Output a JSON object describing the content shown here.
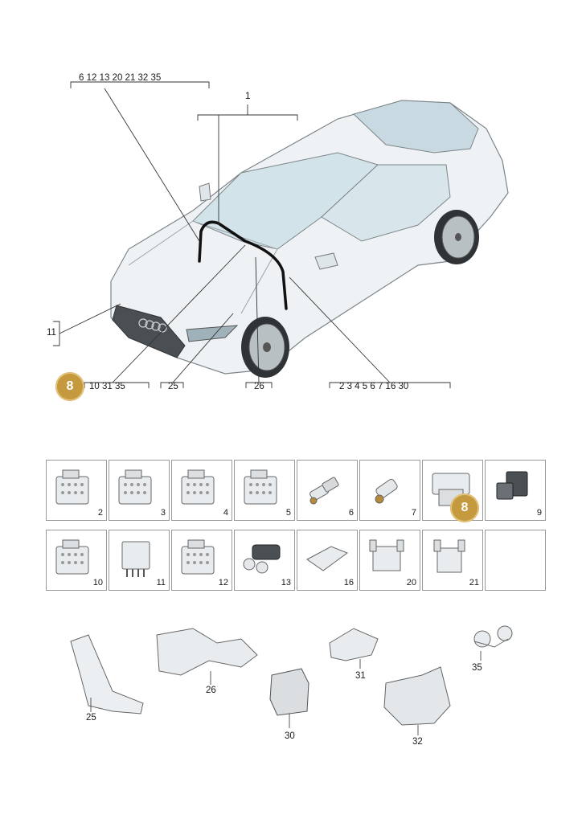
{
  "callouts": {
    "top_left": "6  12  13  20  21  32  35",
    "top_center": "1",
    "left": "11",
    "bottom_a": "10  31  35",
    "bottom_b": "25",
    "bottom_c": "26",
    "bottom_d": "2  3  4  5  6  7  16  30"
  },
  "badges": {
    "main": "8",
    "grid": "8"
  },
  "grid_row1": [
    "2",
    "3",
    "4",
    "5",
    "6",
    "7",
    "",
    "9"
  ],
  "grid_row2": [
    "10",
    "11",
    "12",
    "13",
    "16",
    "20",
    "21",
    ""
  ],
  "parts": {
    "p25": "25",
    "p26": "26",
    "p30": "30",
    "p31": "31",
    "p32": "32",
    "p35": "35"
  },
  "colors": {
    "badge": "#c59a3e",
    "car_glass": "#d3e3ea",
    "line": "#333333"
  }
}
